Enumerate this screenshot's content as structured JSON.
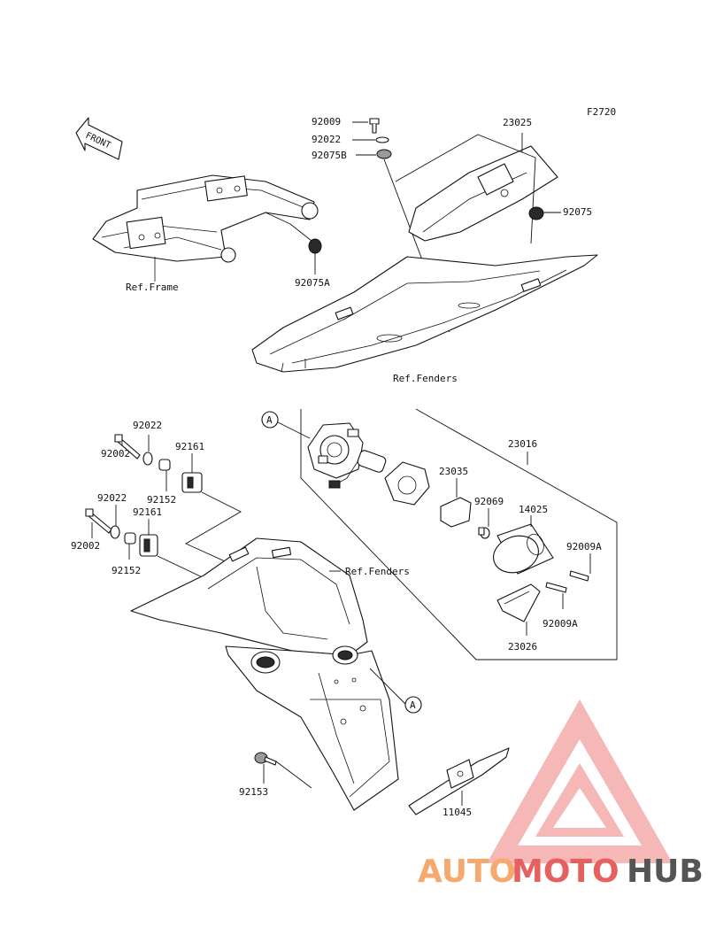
{
  "figure_code": "F2720",
  "front_label": "FRONT",
  "ref_labels": {
    "frame": "Ref.Frame",
    "fenders_upper": "Ref.Fenders",
    "fenders_lower": "Ref.Fenders"
  },
  "callouts": {
    "a_upper": "A",
    "a_lower": "A"
  },
  "part_numbers": {
    "p92009_top": "92009",
    "p92022_top": "92022",
    "p92075B": "92075B",
    "p23025": "23025",
    "p92075": "92075",
    "p92075A": "92075A",
    "p92022_l1": "92022",
    "p92002_l1": "92002",
    "p92152_l1": "92152",
    "p92161_l1": "92161",
    "p92022_l2": "92022",
    "p92161_l2": "92161",
    "p92002_l2": "92002",
    "p92152_l2": "92152",
    "p23016": "23016",
    "p23035": "23035",
    "p92069": "92069",
    "p14025": "14025",
    "p92009A_1": "92009A",
    "p92009A_2": "92009A",
    "p23026": "23026",
    "p92153": "92153",
    "p11045": "11045"
  },
  "watermark": {
    "auto": "AUTO",
    "moto": "MOTO",
    "hub": "HUB",
    "triangle_color": "#f08080",
    "auto_color": "#f5a96e",
    "moto_color": "#e66060",
    "hub_color": "#555555"
  }
}
